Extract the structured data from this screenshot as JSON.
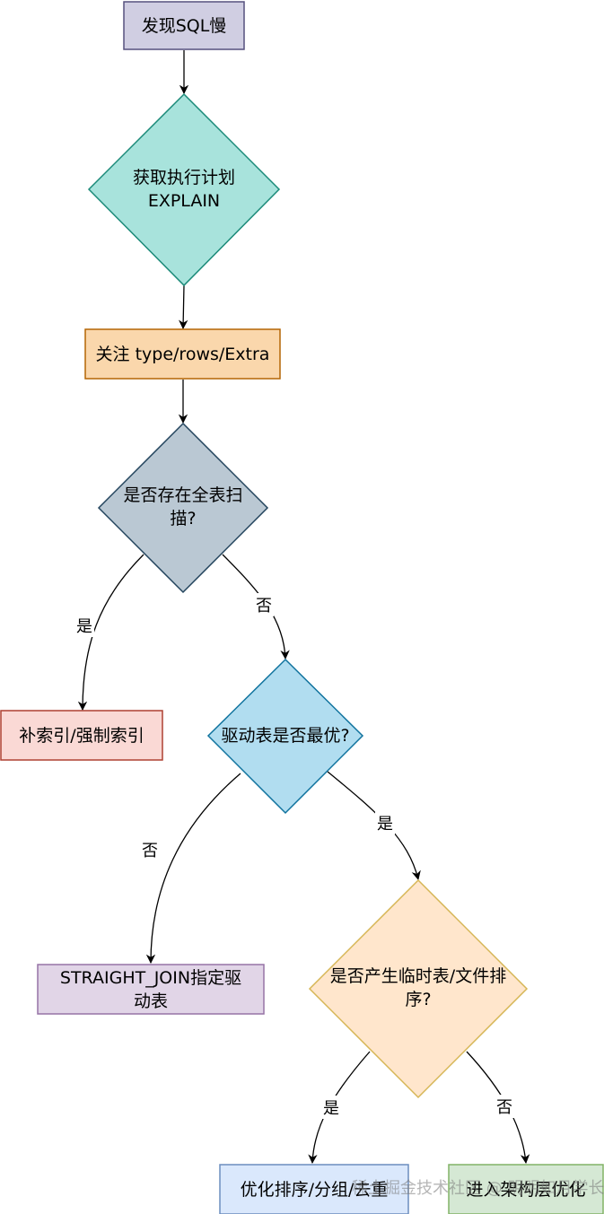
{
  "nodes": {
    "start": {
      "text": "发现SQL慢",
      "fill": "#d0cee2",
      "stroke": "#56517e"
    },
    "explain": {
      "text": "获取执行计划\nEXPLAIN",
      "fill": "#b1ddf0",
      "stroke": "#10739e",
      "fill_alt": "#a8e3dc",
      "stroke_alt": "#1b8a79"
    },
    "focus": {
      "text": "关注 type/rows/Extra",
      "fill": "#fad7ac",
      "stroke": "#b46504"
    },
    "fullscan": {
      "text": "是否存在全表扫\n描?",
      "fill": "#bac8d3",
      "stroke": "#23445d"
    },
    "add_index": {
      "text": "补索引/强制索引",
      "fill": "#fad9d5",
      "stroke": "#ae4132"
    },
    "driver": {
      "text": "驱动表是否最优?",
      "fill": "#b1ddf0",
      "stroke": "#10739e"
    },
    "straight_join": {
      "text": "STRAIGHT_JOIN指定驱\n动表",
      "fill": "#e1d5e7",
      "stroke": "#9673a6"
    },
    "temp_sort": {
      "text": "是否产生临时表/文件排\n序?",
      "fill": "#ffe6cc",
      "stroke": "#d6b656"
    },
    "optimize_sort": {
      "text": "优化排序/分组/去重",
      "fill": "#dae8fc",
      "stroke": "#6c8ebf"
    },
    "arch": {
      "text": "进入架构层优化",
      "fill": "#d5e8d4",
      "stroke": "#82b366"
    }
  },
  "edges": {
    "fullscan_yes": "是",
    "fullscan_no": "否",
    "driver_no": "否",
    "driver_yes": "是",
    "temp_yes": "是",
    "temp_no": "否"
  },
  "watermark": "稀土掘金技术社区 @ 明明如月学长"
}
